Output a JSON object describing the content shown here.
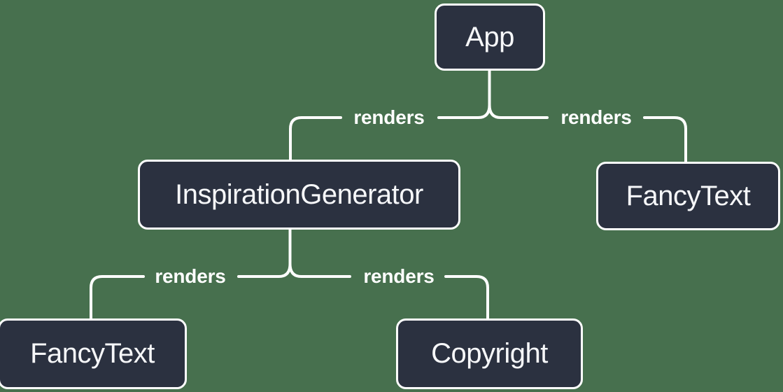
{
  "diagram": {
    "nodes": [
      {
        "id": "app",
        "label": "App"
      },
      {
        "id": "inspiration-generator",
        "label": "InspirationGenerator"
      },
      {
        "id": "fancy-text-top",
        "label": "FancyText"
      },
      {
        "id": "fancy-text-bottom",
        "label": "FancyText"
      },
      {
        "id": "copyright",
        "label": "Copyright"
      }
    ],
    "edges": [
      {
        "from": "App",
        "to": "InspirationGenerator",
        "label": "renders"
      },
      {
        "from": "App",
        "to": "FancyText",
        "label": "renders"
      },
      {
        "from": "InspirationGenerator",
        "to": "FancyText",
        "label": "renders"
      },
      {
        "from": "InspirationGenerator",
        "to": "Copyright",
        "label": "renders"
      }
    ]
  },
  "colors": {
    "background": "#47704e",
    "node_fill": "#2b3140",
    "node_border": "#ffffff",
    "node_text": "#f6f7f9",
    "connector": "#ffffff"
  }
}
